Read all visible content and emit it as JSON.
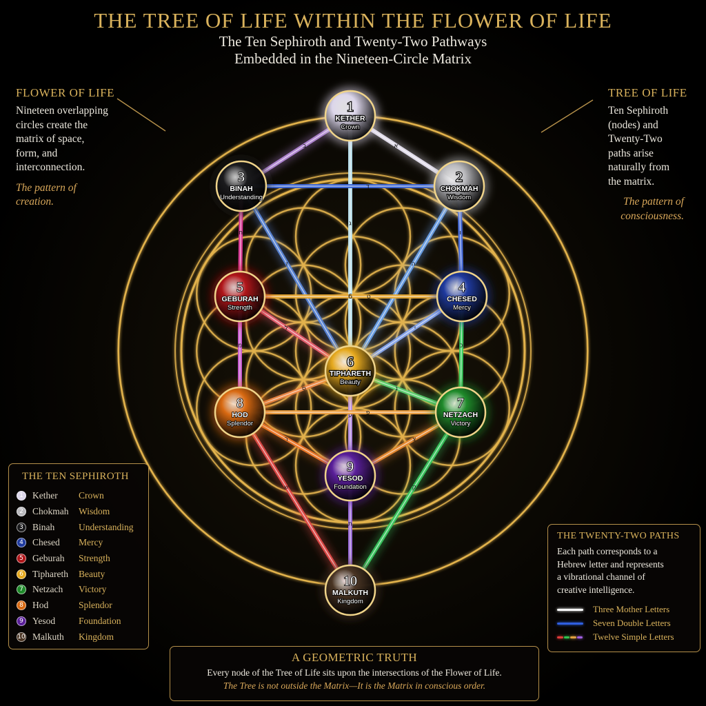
{
  "header": {
    "title": "THE TREE OF LIFE WITHIN THE FLOWER OF LIFE",
    "subtitle_line1": "The Ten Sephiroth and Twenty-Two Pathways",
    "subtitle_line2": "Embedded in the Nineteen-Circle Matrix"
  },
  "left_note": {
    "heading": "FLOWER OF LIFE",
    "lines": [
      "Nineteen overlapping",
      "circles create the",
      "matrix of space,",
      "form, and",
      "interconnection."
    ],
    "em_lines": [
      "The pattern of",
      "creation."
    ]
  },
  "right_note": {
    "heading": "TREE OF LIFE",
    "lines": [
      "Ten Sephiroth",
      "(nodes) and",
      "Twenty-Two",
      "paths arise",
      "naturally from",
      "the matrix."
    ],
    "em_lines": [
      "The pattern of",
      "consciousness."
    ]
  },
  "sephiroth": [
    {
      "num": "1",
      "name": "KETHER",
      "short": "Kether",
      "meaning": "Crown",
      "color": "#dcd6ea"
    },
    {
      "num": "2",
      "name": "CHOKMAH",
      "short": "Chokmah",
      "meaning": "Wisdom",
      "color": "#b9b9bd"
    },
    {
      "num": "3",
      "name": "BINAH",
      "short": "Binah",
      "meaning": "Understanding",
      "color": "#1b1b1d"
    },
    {
      "num": "4",
      "name": "CHESED",
      "short": "Chesed",
      "meaning": "Mercy",
      "color": "#1f3a9e"
    },
    {
      "num": "5",
      "name": "GEBURAH",
      "short": "Geburah",
      "meaning": "Strength",
      "color": "#b0161a"
    },
    {
      "num": "6",
      "name": "TIPHARETH",
      "short": "Tiphareth",
      "meaning": "Beauty",
      "color": "#e6a91e"
    },
    {
      "num": "7",
      "name": "NETZACH",
      "short": "Netzach",
      "meaning": "Victory",
      "color": "#1f8a2a"
    },
    {
      "num": "8",
      "name": "HOD",
      "short": "Hod",
      "meaning": "Splendor",
      "color": "#d96a12"
    },
    {
      "num": "9",
      "name": "YESOD",
      "short": "Yesod",
      "meaning": "Foundation",
      "color": "#5a1f9a"
    },
    {
      "num": "10",
      "name": "MALKUTH",
      "short": "Malkuth",
      "meaning": "Kingdom",
      "color": "#4a3524"
    }
  ],
  "paths": [
    {
      "from": 0,
      "to": 1,
      "color": "#e8e4f2",
      "letter": "א"
    },
    {
      "from": 0,
      "to": 2,
      "color": "#b58ad8",
      "letter": "ב"
    },
    {
      "from": 0,
      "to": 5,
      "color": "#bfe6f2",
      "letter": "ג"
    },
    {
      "from": 1,
      "to": 2,
      "color": "#3a66d8",
      "letter": "ד"
    },
    {
      "from": 1,
      "to": 5,
      "color": "#6aa0e8",
      "letter": "ה"
    },
    {
      "from": 1,
      "to": 3,
      "color": "#4a70e0",
      "letter": "ו"
    },
    {
      "from": 2,
      "to": 5,
      "color": "#5a86d8",
      "letter": "ז"
    },
    {
      "from": 2,
      "to": 4,
      "color": "#e03a9a",
      "letter": "ח"
    },
    {
      "from": 3,
      "to": 4,
      "color": "#e8a830",
      "letter": "ט"
    },
    {
      "from": 3,
      "to": 5,
      "color": "#88a8f0",
      "letter": "י"
    },
    {
      "from": 3,
      "to": 6,
      "color": "#3ad060",
      "letter": "כ"
    },
    {
      "from": 4,
      "to": 5,
      "color": "#e86070",
      "letter": "ל"
    },
    {
      "from": 4,
      "to": 7,
      "color": "#d060d8",
      "letter": "מ"
    },
    {
      "from": 5,
      "to": 6,
      "color": "#5ad070",
      "letter": "נ"
    },
    {
      "from": 5,
      "to": 7,
      "color": "#f08a48",
      "letter": "ס"
    },
    {
      "from": 5,
      "to": 8,
      "color": "#b890e8",
      "letter": "ע"
    },
    {
      "from": 6,
      "to": 7,
      "color": "#f0a040",
      "letter": "פ"
    },
    {
      "from": 6,
      "to": 8,
      "color": "#e88a30",
      "letter": "צ"
    },
    {
      "from": 6,
      "to": 9,
      "color": "#3ac860",
      "letter": "ק"
    },
    {
      "from": 7,
      "to": 8,
      "color": "#f07a2a",
      "letter": "ר"
    },
    {
      "from": 7,
      "to": 9,
      "color": "#e04a48",
      "letter": "ש"
    },
    {
      "from": 8,
      "to": 9,
      "color": "#a070e0",
      "letter": "ת"
    }
  ],
  "center_mark": "6",
  "legend": {
    "heading": "THE TEN SEPHIROTH"
  },
  "paths_panel": {
    "heading": "THE TWENTY-TWO PATHS",
    "lines": [
      "Each path corresponds to a",
      "Hebrew letter and represents",
      "a vibrational channel of",
      "creative intelligence."
    ],
    "items": [
      {
        "label": "Three Mother Letters",
        "colors": [
          "#ffffff"
        ]
      },
      {
        "label": "Seven Double Letters",
        "colors": [
          "#2f5fe0"
        ]
      },
      {
        "label": "Twelve Simple Letters",
        "colors": [
          "#e03a3a",
          "#30c050",
          "#e0a040",
          "#a060e0"
        ]
      }
    ]
  },
  "bottom": {
    "heading": "A GEOMETRIC TRUTH",
    "line1": "Every node of the Tree of Life sits upon the intersections of the Flower of Life.",
    "line2": "The Tree is not outside the Matrix—It is the Matrix in conscious order."
  },
  "colors": {
    "gold": "#d9b25c",
    "flower": "#e2b24c"
  }
}
